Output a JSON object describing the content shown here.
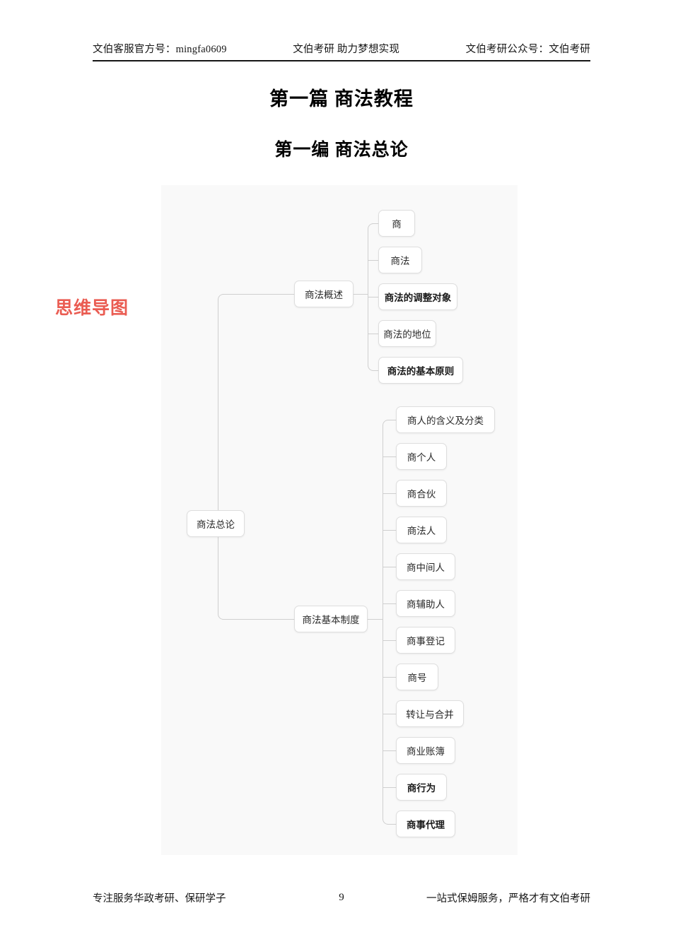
{
  "header": {
    "left": "文伯客服官方号：mingfa0609",
    "middle": "文伯考研 助力梦想实现",
    "right": "文伯考研公众号：文伯考研"
  },
  "titles": {
    "part": "第一篇  商法教程",
    "section": "第一编  商法总论"
  },
  "side_label": {
    "text": "思维导图",
    "color": "#ea5c52"
  },
  "mindmap": {
    "root": "商法总论",
    "branches": [
      {
        "label": "商法概述",
        "children": [
          {
            "label": "商",
            "bold": false
          },
          {
            "label": "商法",
            "bold": false
          },
          {
            "label": "商法的调整对象",
            "bold": true
          },
          {
            "label": "商法的地位",
            "bold": false
          },
          {
            "label": "商法的基本原则",
            "bold": true
          }
        ]
      },
      {
        "label": "商法基本制度",
        "children": [
          {
            "label": "商人的含义及分类",
            "bold": false
          },
          {
            "label": "商个人",
            "bold": false
          },
          {
            "label": "商合伙",
            "bold": false
          },
          {
            "label": "商法人",
            "bold": false
          },
          {
            "label": "商中间人",
            "bold": false
          },
          {
            "label": "商辅助人",
            "bold": false
          },
          {
            "label": "商事登记",
            "bold": false
          },
          {
            "label": "商号",
            "bold": false
          },
          {
            "label": "转让与合并",
            "bold": false
          },
          {
            "label": "商业账簿",
            "bold": false
          },
          {
            "label": "商行为",
            "bold": true
          },
          {
            "label": "商事代理",
            "bold": true
          }
        ]
      }
    ]
  },
  "footer": {
    "left": "专注服务华政考研、保研学子",
    "page": "9",
    "right": "一站式保姆服务，严格才有文伯考研"
  }
}
